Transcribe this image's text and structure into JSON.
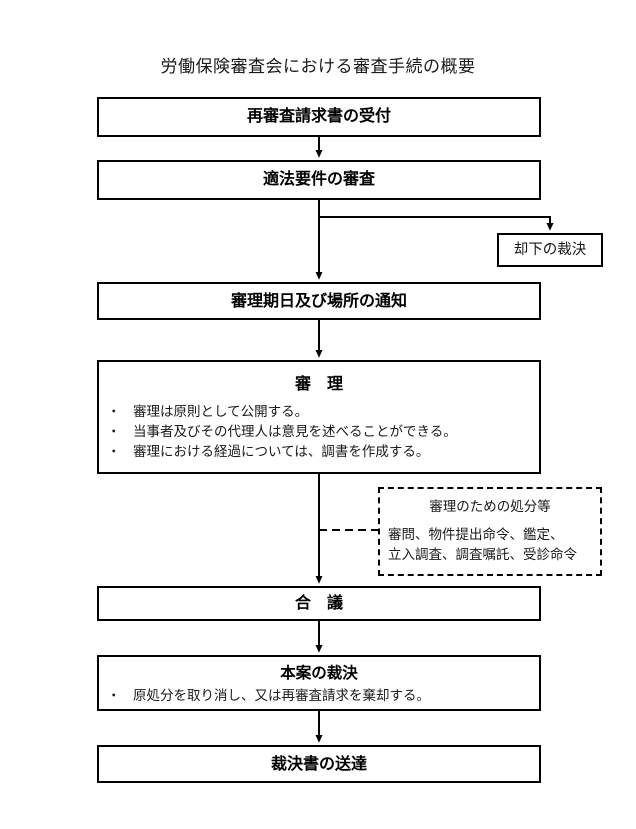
{
  "title": "労働保険審査会における審査手続の概要",
  "nodes": {
    "receipt": {
      "label": "再審査請求書の受付"
    },
    "eligibility": {
      "label": "適法要件の審査"
    },
    "dismissal": {
      "label": "却下の裁決"
    },
    "notice": {
      "label": "審理期日及び場所の通知"
    },
    "review": {
      "label": "審　理",
      "label_plain": "審 理",
      "bullets": [
        "審理は原則として公開する。",
        "当事者及びその代理人は意見を述べることができる。",
        "審理における経過については、調書を作成する。"
      ]
    },
    "measures": {
      "heading": "審理のための処分等",
      "line1": "審問、物件提出命令、鑑定、",
      "line2": "立入調査、調査嘱託、受診命令"
    },
    "council": {
      "label": "合　議",
      "label_plain": "合 議"
    },
    "decision": {
      "label": "本案の裁決",
      "bullets": [
        "原処分を取り消し、又は再審査請求を棄却する。"
      ]
    },
    "delivery": {
      "label": "裁決書の送達"
    }
  },
  "edges": [
    {
      "name": "receipt-to-eligibility",
      "style": "solid",
      "arrow": true
    },
    {
      "name": "eligibility-to-dismissal",
      "style": "solid",
      "arrow": true
    },
    {
      "name": "eligibility-to-notice",
      "style": "solid",
      "arrow": true
    },
    {
      "name": "notice-to-review",
      "style": "solid",
      "arrow": true
    },
    {
      "name": "review-to-measures",
      "style": "dashed",
      "arrow": false
    },
    {
      "name": "review-to-council",
      "style": "solid",
      "arrow": true
    },
    {
      "name": "council-to-decision",
      "style": "solid",
      "arrow": true
    },
    {
      "name": "decision-to-delivery",
      "style": "solid",
      "arrow": true
    }
  ],
  "colors": {
    "stroke": "#000000",
    "text": "#1a1a1a",
    "background": "#ffffff"
  }
}
